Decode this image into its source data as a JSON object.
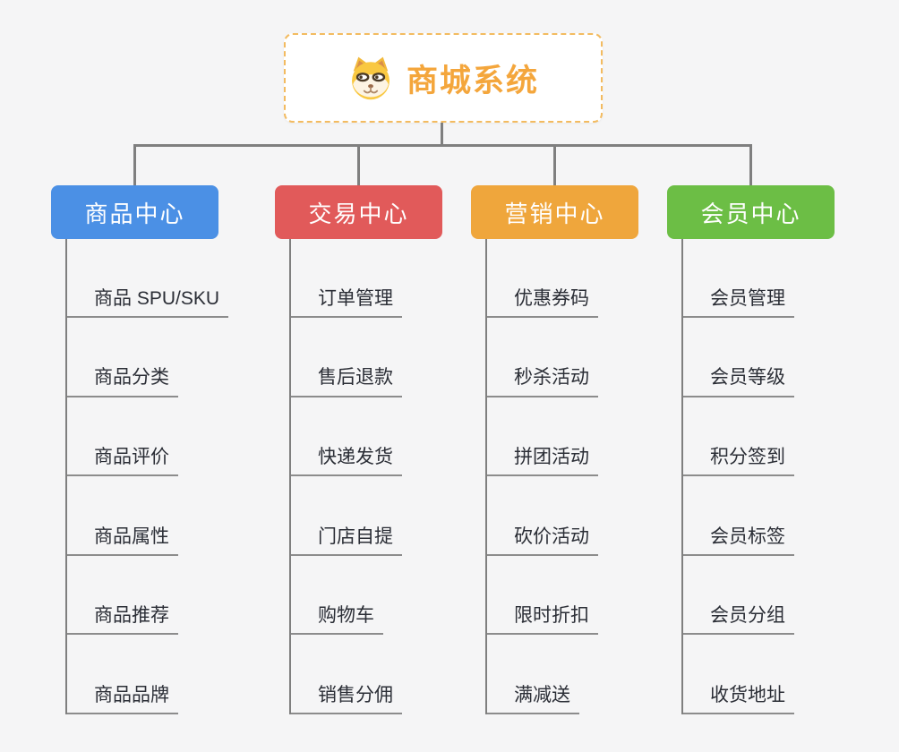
{
  "root": {
    "title": "商城系统",
    "icon": "dog-face-icon"
  },
  "branches": [
    {
      "label": "商品中心",
      "color": "#4b90e5",
      "items": [
        "商品 SPU/SKU",
        "商品分类",
        "商品评价",
        "商品属性",
        "商品推荐",
        "商品品牌"
      ]
    },
    {
      "label": "交易中心",
      "color": "#e15a5a",
      "items": [
        "订单管理",
        "售后退款",
        "快递发货",
        "门店自提",
        "购物车",
        "销售分佣"
      ]
    },
    {
      "label": "营销中心",
      "color": "#efa63c",
      "items": [
        "优惠券码",
        "秒杀活动",
        "拼团活动",
        "砍价活动",
        "限时折扣",
        "满减送"
      ]
    },
    {
      "label": "会员中心",
      "color": "#6cbe45",
      "items": [
        "会员管理",
        "会员等级",
        "积分签到",
        "会员标签",
        "会员分组",
        "收货地址"
      ]
    }
  ],
  "colors": {
    "background": "#f5f5f6",
    "connector": "#7f7f7f",
    "underline": "#8c8c8c",
    "item_text": "#2b2e36",
    "root_text": "#f4a63c",
    "root_border": "#f3bb60",
    "node_text": "#ffffff"
  }
}
